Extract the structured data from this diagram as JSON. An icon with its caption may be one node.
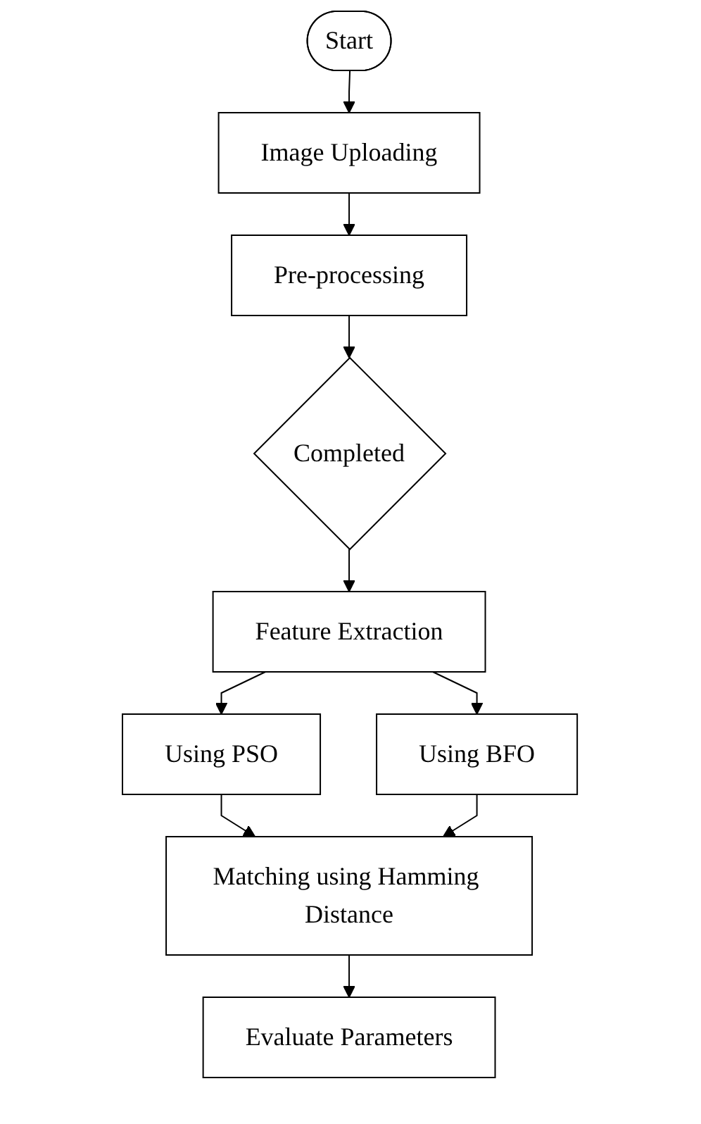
{
  "diagram": {
    "nodes": [
      {
        "text": [
          "Start"
        ]
      },
      {
        "text": [
          "Image Uploading"
        ]
      },
      {
        "text": [
          "Pre-processing"
        ]
      },
      {
        "text": [
          "Completed"
        ]
      },
      {
        "text": [
          "Feature Extraction"
        ]
      },
      {
        "text": [
          "Using PSO"
        ]
      },
      {
        "text": [
          "Using BFO"
        ]
      },
      {
        "text": [
          "Matching using Hamming Distance"
        ]
      },
      {
        "text": [
          "Evaluate Parameters"
        ]
      }
    ],
    "edges": [
      {
        "from": 0,
        "to": 1,
        "arrow": "to"
      },
      {
        "from": 1,
        "to": 2,
        "arrow": "to"
      },
      {
        "from": 2,
        "to": 3,
        "arrow": "to"
      },
      {
        "from": 3,
        "to": 4,
        "arrow": "to"
      },
      {
        "from": 4,
        "to": 5,
        "arrow": "to"
      },
      {
        "from": 4,
        "to": 6,
        "arrow": "to"
      },
      {
        "from": 5,
        "to": 7,
        "arrow": "to"
      },
      {
        "from": 6,
        "to": 7,
        "arrow": "to"
      },
      {
        "from": 7,
        "to": 8,
        "arrow": "to"
      }
    ]
  }
}
